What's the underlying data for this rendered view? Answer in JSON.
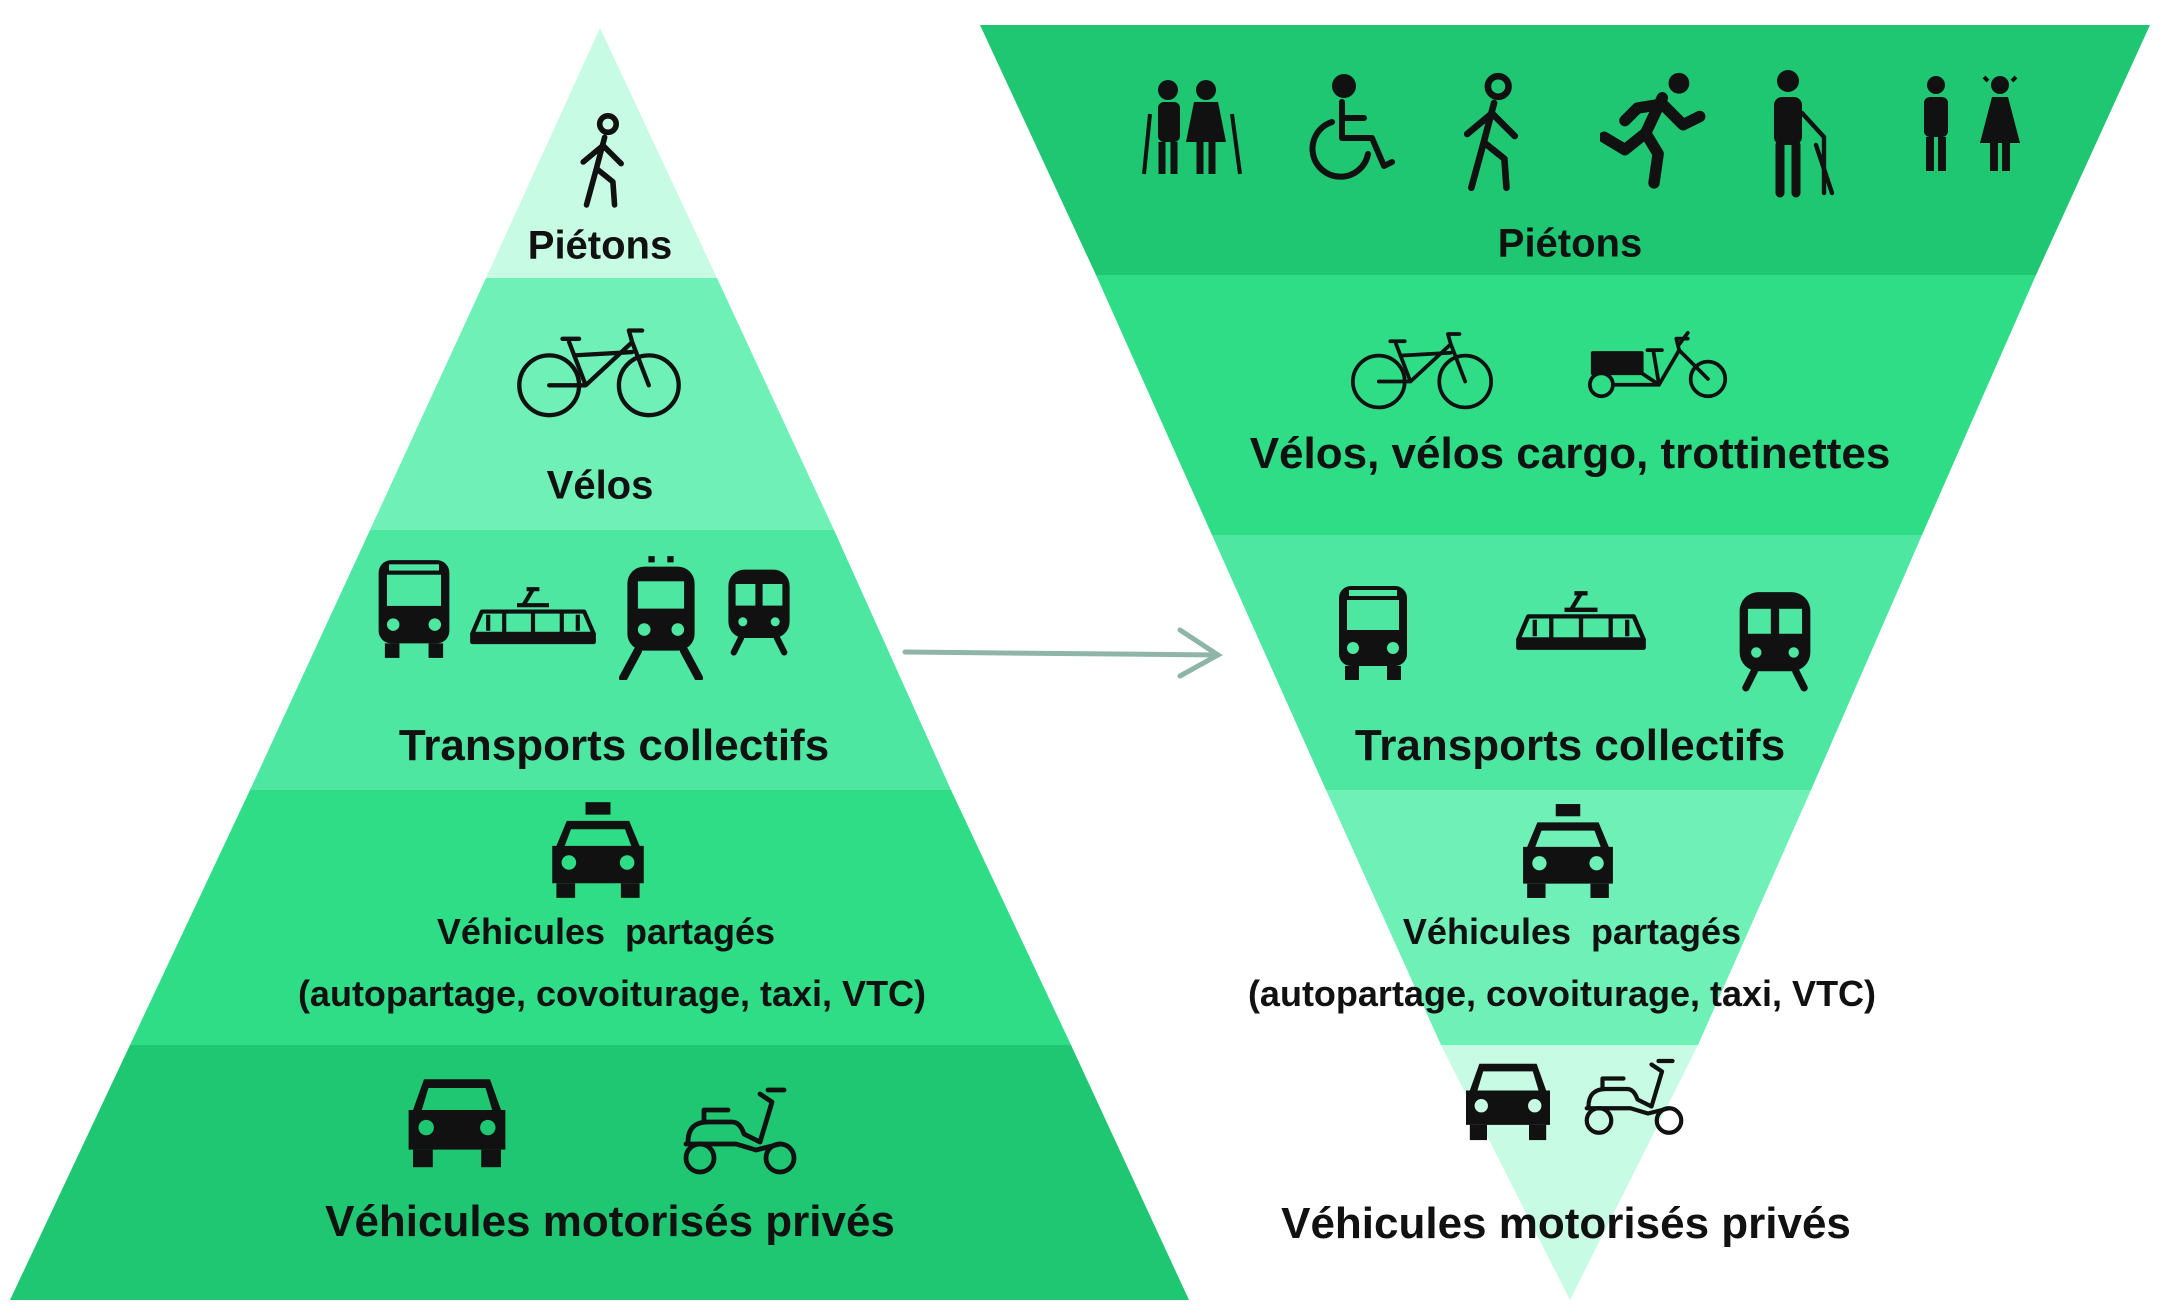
{
  "colors": {
    "pyramid": [
      "#c8fbe3",
      "#6ef0b6",
      "#4de7a2",
      "#2fdd87",
      "#1fc772"
    ],
    "inverted": [
      "#1fc772",
      "#2fdd87",
      "#4de7a2",
      "#6ef0b6",
      "#c8fbe3"
    ],
    "arrow": "#8fb5a8",
    "text": "#111111"
  },
  "pyramid": {
    "tiers": [
      {
        "label": "Piétons",
        "icons": [
          "walking-person-icon"
        ]
      },
      {
        "label": "Vélos",
        "icons": [
          "bicycle-icon"
        ]
      },
      {
        "label": "Transports collectifs",
        "icons": [
          "bus-icon",
          "tram-icon",
          "train-icon",
          "metro-icon"
        ]
      },
      {
        "label": "Véhicules  partagés",
        "sublabel": "(autopartage, covoiturage, taxi, VTC)",
        "icons": [
          "taxi-icon"
        ]
      },
      {
        "label": "Véhicules motorisés privés",
        "icons": [
          "car-icon",
          "scooter-icon"
        ]
      }
    ]
  },
  "inverted_pyramid": {
    "tiers": [
      {
        "label": "Piétons",
        "icons": [
          "elderly-couple-icon",
          "wheelchair-icon",
          "walking-person-icon",
          "runner-icon",
          "person-with-walker-icon",
          "children-icon"
        ]
      },
      {
        "label": "Vélos, vélos cargo, trottinettes",
        "icons": [
          "bicycle-icon",
          "cargo-bike-icon"
        ]
      },
      {
        "label": "Transports collectifs",
        "icons": [
          "bus-icon",
          "tram-icon",
          "metro-icon"
        ]
      },
      {
        "label": "Véhicules  partagés",
        "sublabel": "(autopartage, covoiturage, taxi, VTC)",
        "icons": [
          "taxi-icon"
        ]
      },
      {
        "label": "Véhicules motorisés privés",
        "icons": [
          "car-icon",
          "scooter-icon"
        ]
      }
    ]
  }
}
